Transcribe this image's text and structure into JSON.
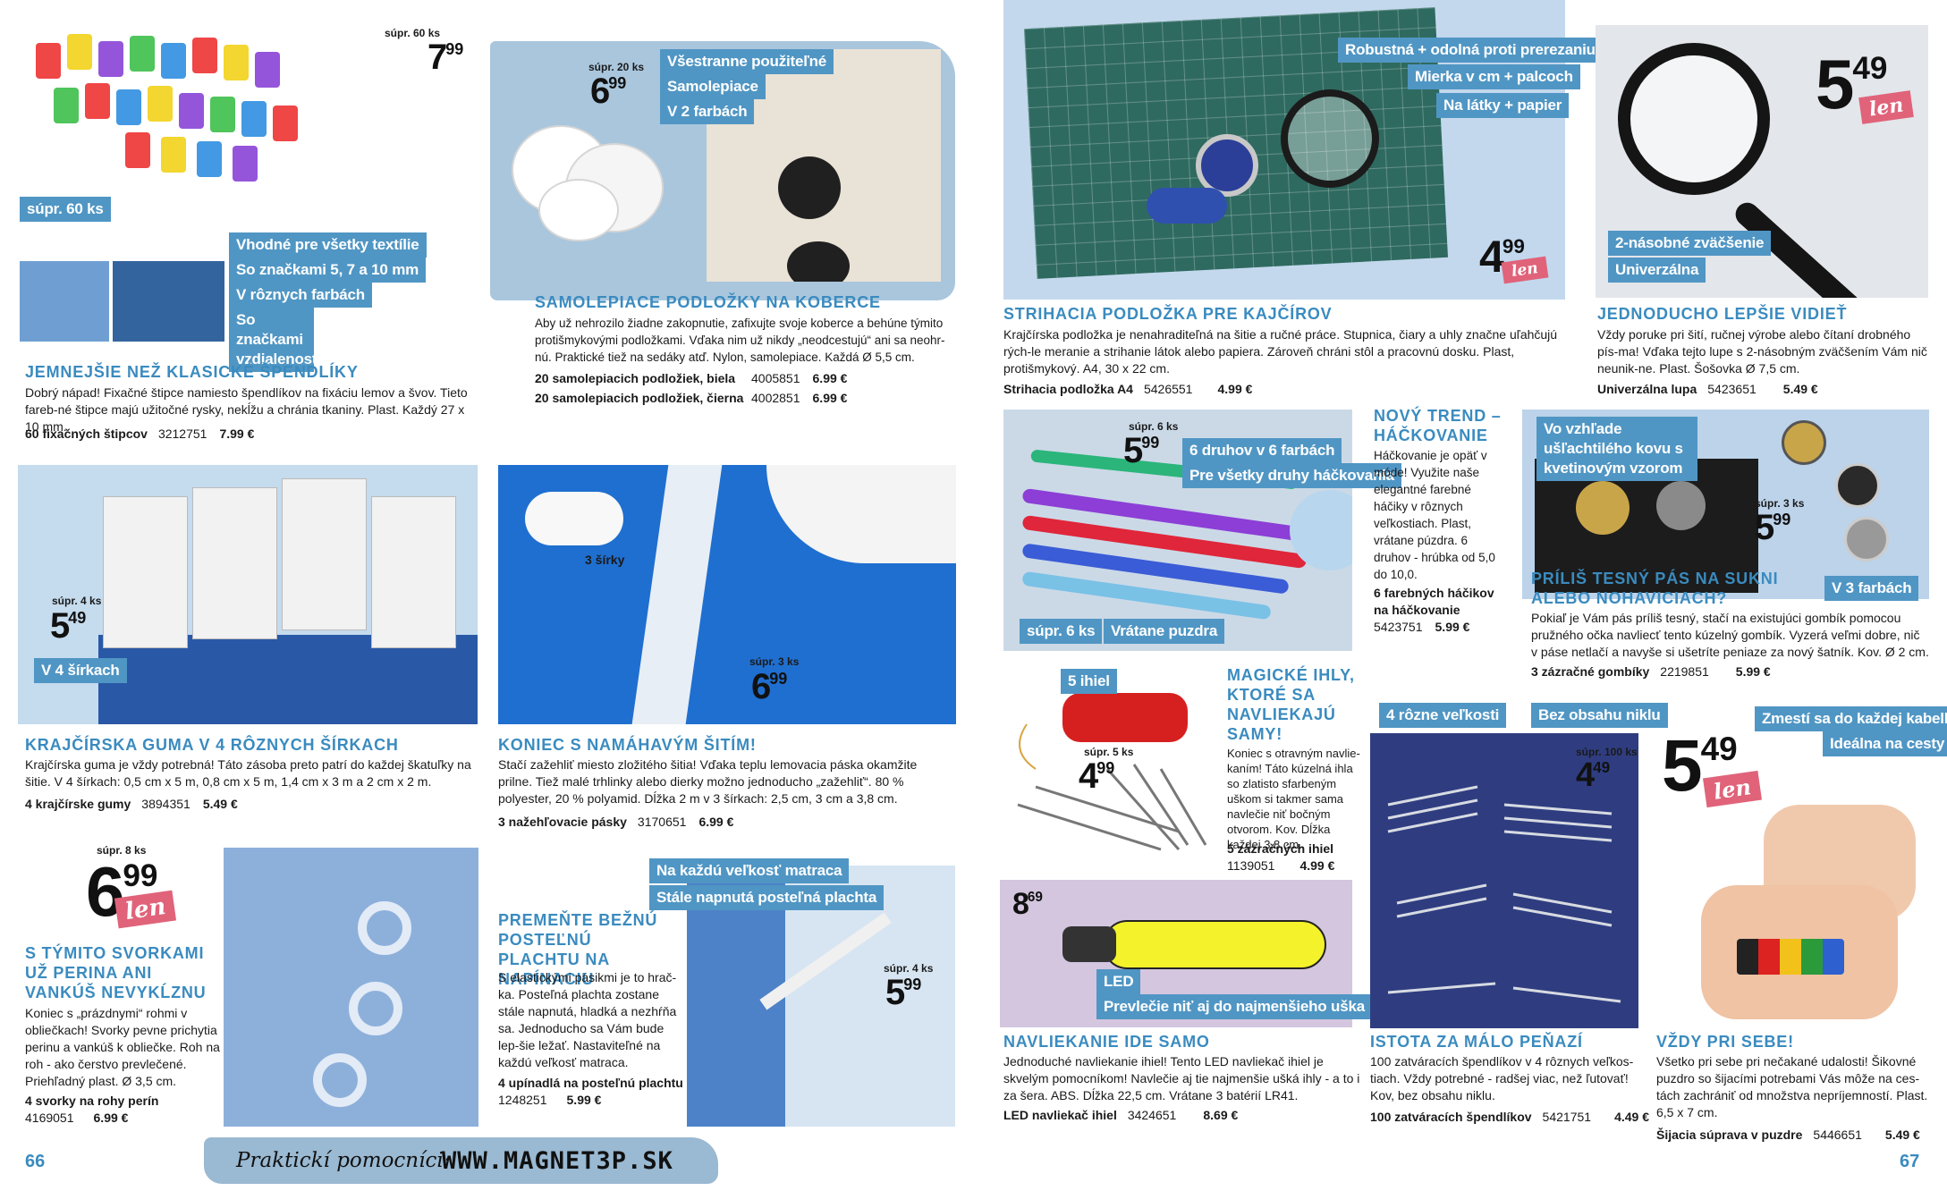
{
  "colors": {
    "accent": "#3a8bbf",
    "tag": "#5096c4",
    "len": "#e0637a",
    "brush": "#9ab9d2"
  },
  "labels": {
    "len": "len"
  },
  "pages": {
    "left": "66",
    "right": "67"
  },
  "footer": {
    "slogan": "Praktickí pomocníci:",
    "url": "WWW.MAGNET3P.SK"
  },
  "products": {
    "clips": {
      "price_label": "súpr. 60 ks",
      "price_int": "7",
      "price_dec": "99",
      "tags": [
        "súpr. 60 ks",
        "Vhodné pre všetky textílie",
        "So značkami 5, 7 a 10 mm",
        "V rôznych farbách",
        "So značkami vzdialenosti"
      ],
      "title": "JEMNEJŠIE NEŽ KLASICKÉ ŠPENDLÍKY",
      "desc": "Dobrý nápad! Fixačné štipce namiesto špendlíkov na fixáciu lemov a švov. Tieto fareb-né štipce majú užitočné rysky, nekĺžu a chránia tkaniny. Plast. Každý 27 x 10 mm.",
      "order": [
        {
          "name": "60 fixačných štipcov",
          "code": "3212751",
          "price": "7.99 €"
        }
      ]
    },
    "pads": {
      "price_label": "súpr. 20 ks",
      "price_int": "6",
      "price_dec": "99",
      "tags": [
        "Všestranne použiteľné",
        "Samolepiace",
        "V 2 farbách"
      ],
      "title": "SAMOLEPIACE PODLOŽKY NA KOBERCE",
      "desc": "Aby už nehrozilo žiadne zakopnutie, zafixujte svoje koberce a behúne týmito protišmykovými podložkami. Vďaka nim už nikdy „neodcestujú“ ani sa neohr-nú. Praktické tiež na sedáky atď. Nylon, samolepiace. Každá Ø 5,5 cm.",
      "order": [
        {
          "name": "20 samolepiacich podložiek, biela",
          "code": "4005851",
          "price": "6.99 €"
        },
        {
          "name": "20 samolepiacich podložiek, čierna",
          "code": "4002851",
          "price": "6.99 €"
        }
      ]
    },
    "elastic": {
      "price_label": "súpr. 4 ks",
      "price_int": "5",
      "price_dec": "49",
      "tags": [
        "V 4 šírkach"
      ],
      "title": "KRAJČÍRSKA GUMA V 4 RÔZNYCH ŠÍRKACH",
      "desc": "Krajčírska guma je vždy potrebná! Táto zásoba preto patrí do každej škatuľky na šitie. V 4 šírkach: 0,5 cm x 5 m, 0,8 cm x 5 m, 1,4 cm x 3 m a 2 cm x 2 m.",
      "order": [
        {
          "name": "4 krajčírske gumy",
          "code": "3894351",
          "price": "5.49 €"
        }
      ]
    },
    "hem": {
      "price_label": "súpr. 3 ks",
      "price_int": "6",
      "price_dec": "99",
      "img_label": "3 šírky",
      "title": "KONIEC S NAMÁHAVÝM ŠITÍM!",
      "desc": "Stačí zažehliť miesto zložitého šitia! Vďaka teplu lemovacia páska okamžite prilne. Tiež malé trhlinky alebo dierky možno jednoducho „zažehliť“. 80 % polyester, 20 % polyamid. Dĺžka 2 m v 3 šírkach: 2,5 cm, 3 cm a 3,8 cm.",
      "order": [
        {
          "name": "3 nažehľovacie pásky",
          "code": "3170651",
          "price": "6.99 €"
        }
      ]
    },
    "duvet": {
      "price_label": "súpr. 8 ks",
      "price_int": "6",
      "price_dec": "99",
      "title": "S TÝMITO SVORKAMI UŽ PERINA ANI VANKÚŠ NEVYKĹZNU",
      "desc": "Koniec s „prázdnymi“ rohmi v obliečkach! Svorky pevne prichytia perinu a vankúš k obliečke. Roh na roh - ako čerstvo prevlečené. Priehľadný plast. Ø 3,5 cm.",
      "order": [
        {
          "name": "4 svorky na rohy perín",
          "code": "4169051",
          "price": "6.99 €"
        }
      ]
    },
    "sheet": {
      "price_label": "súpr. 4 ks",
      "price_int": "5",
      "price_dec": "99",
      "tags": [
        "Na každú veľkosť matraca",
        "Stále napnutá posteľná plachta"
      ],
      "title": "PREMEŇTE BEŽNÚ POSTEĽNÚ PLACHTU NA NAPÍNACIU",
      "desc": "S elastickými pásikmi je to hrač-ka. Posteľná plachta zostane stále napnutá, hladká a nezhŕňa sa. Jednoducho sa Vám bude lep-šie ležať. Nastaviteľné na každú veľkosť matraca.",
      "order": [
        {
          "name": "4 upínadlá na posteľnú plachtu",
          "code": "1248251",
          "price": "5.99 €"
        }
      ]
    },
    "mat": {
      "price_int": "4",
      "price_dec": "99",
      "tags": [
        "Robustná + odolná proti prerezaniu",
        "Mierka v cm + palcoch",
        "Na látky + papier"
      ],
      "title": "STRIHACIA PODLOŽKA PRE KAJČÍROV",
      "desc": "Krajčírska podložka je nenahraditeľná na šitie a ručné práce. Stupnica, čiary a uhly značne uľahčujú rých-le meranie a strihanie látok alebo papiera. Zároveň chráni stôl a pracovnú dosku. Plast, protišmykový. A4, 30 x 22 cm.",
      "order": [
        {
          "name": "Strihacia podložka A4",
          "code": "5426551",
          "price": "4.99 €"
        }
      ]
    },
    "magnifier": {
      "price_int": "5",
      "price_dec": "49",
      "tags": [
        "2-násobné zväčšenie",
        "Univerzálna"
      ],
      "title": "JEDNODUCHO LEPŠIE VIDIEŤ",
      "desc": "Vždy poruke pri šití, ručnej výrobe alebo čítaní drobného pís-ma! Vďaka tejto lupe s 2-násobným zväčšením Vám nič neunik-ne. Plast. Šošovka Ø 7,5 cm.",
      "order": [
        {
          "name": "Univerzálna lupa",
          "code": "5423651",
          "price": "5.49 €"
        }
      ]
    },
    "crochet": {
      "price_label": "súpr. 6 ks",
      "price_int": "5",
      "price_dec": "99",
      "tags": [
        "6 druhov v 6 farbách",
        "Pre všetky druhy háčkovania",
        "súpr. 6 ks",
        "Vrátane puzdra"
      ],
      "title": "NOVÝ TREND – HÁČKOVANIE",
      "desc": "Háčkovanie je opäť v móde! Využite naše elegantné farebné háčiky v rôznych veľkostiach. Plast, vrátane púzdra. 6 druhov - hrúbka od 5,0 do 10,0.",
      "order_text": "6 farebných háčikov na háčkovanie",
      "order_code": "5423751",
      "order_price": "5.99 €"
    },
    "buttons": {
      "price_label": "súpr. 3 ks",
      "price_int": "5",
      "price_dec": "99",
      "tags": [
        "Vo vzhľade ušľachtilého kovu s kvetinovým vzorom",
        "V 3 farbách"
      ],
      "title": "PRÍLIŠ TESNÝ PÁS NA SUKNI ALEBO NOHAVICIACH?",
      "desc": "Pokiaľ je Vám pás príliš tesný, stačí na existujúci gombík pomocou pružného očka navliecť tento kúzelný gombík. Vyzerá veľmi dobre, nič v páse netlačí a navyše si ušetríte peniaze za nový šatník. Kov. Ø 2 cm.",
      "order": [
        {
          "name": "3 zázračné gombíky",
          "code": "2219851",
          "price": "5.99 €"
        }
      ]
    },
    "needles": {
      "price_label": "súpr. 5 ks",
      "price_int": "4",
      "price_dec": "99",
      "tags": [
        "5 ihiel"
      ],
      "title": "MAGICKÉ IHLY, KTORÉ SA NAVLIEKAJÚ SAMY!",
      "desc": "Koniec s otravným navlie-kaním! Táto kúzelná ihla so zlatisto sfarbeným uškom si takmer sama navlečie niť bočným otvorom. Kov. Dĺžka každej 3,8 cm.",
      "order_text": "5 zázračných ihiel",
      "order_code": "1139051",
      "order_price": "4.99 €"
    },
    "threader": {
      "price_int": "8",
      "price_dec": "69",
      "tags": [
        "LED",
        "Prevlečie niť aj do najmenšieho uška"
      ],
      "title": "NAVLIEKANIE IDE SAMO",
      "desc": "Jednoduché navliekanie ihiel! Tento LED navliekač ihiel je skvelým pomocníkom! Navlečie aj tie najmenšie ušká ihly - a to i za šera. ABS. Dĺžka 22,5 cm. Vrátane 3 batérií LR41.",
      "order": [
        {
          "name": "LED navliekač ihiel",
          "code": "3424651",
          "price": "8.69 €"
        }
      ]
    },
    "pins": {
      "price_label": "súpr. 100 ks",
      "price_int": "4",
      "price_dec": "49",
      "tags": [
        "4 rôzne veľkosti",
        "Bez obsahu niklu"
      ],
      "title": "ISTOTA ZA MÁLO PEŇAZÍ",
      "desc": "100 zatváracích špendlíkov v 4 rôznych veľkos-tiach. Vždy potrebné - radšej viac, než ľutovať! Kov, bez obsahu niklu.",
      "order": [
        {
          "name": "100 zatváracích špendlíkov",
          "code": "5421751",
          "price": "4.49 €"
        }
      ]
    },
    "kit": {
      "price_int": "5",
      "price_dec": "49",
      "tags": [
        "Zmestí sa do každej kabelky",
        "Ideálna na cesty"
      ],
      "title": "VŽDY PRI SEBE!",
      "desc": "Všetko pri sebe pri nečakané udalosti! Šikovné puzdro so šijacími potrebami Vás môže na ces-tách zachrániť od množstva nepríjemností. Plast. 6,5 x 7 cm.",
      "order": [
        {
          "name": "Šijacia súprava v puzdre",
          "code": "5446651",
          "price": "5.49 €"
        }
      ]
    }
  }
}
